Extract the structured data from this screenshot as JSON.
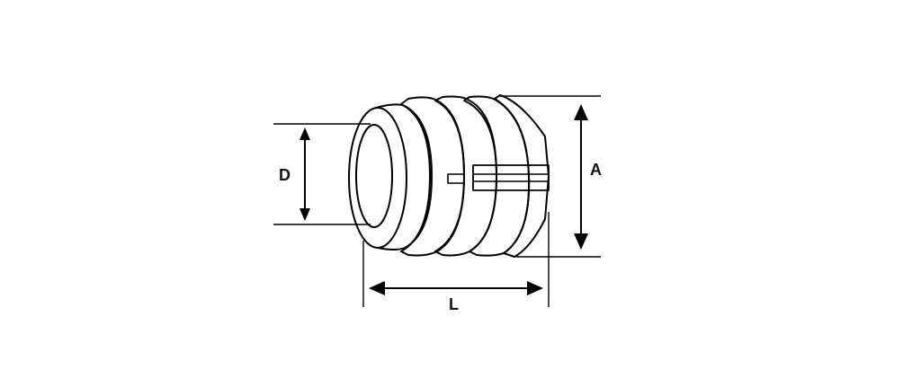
{
  "diagram": {
    "labels": {
      "inner_diameter": "D",
      "outer_diameter": "A",
      "length": "L"
    },
    "line_color": "#000000",
    "background": "#ffffff"
  }
}
